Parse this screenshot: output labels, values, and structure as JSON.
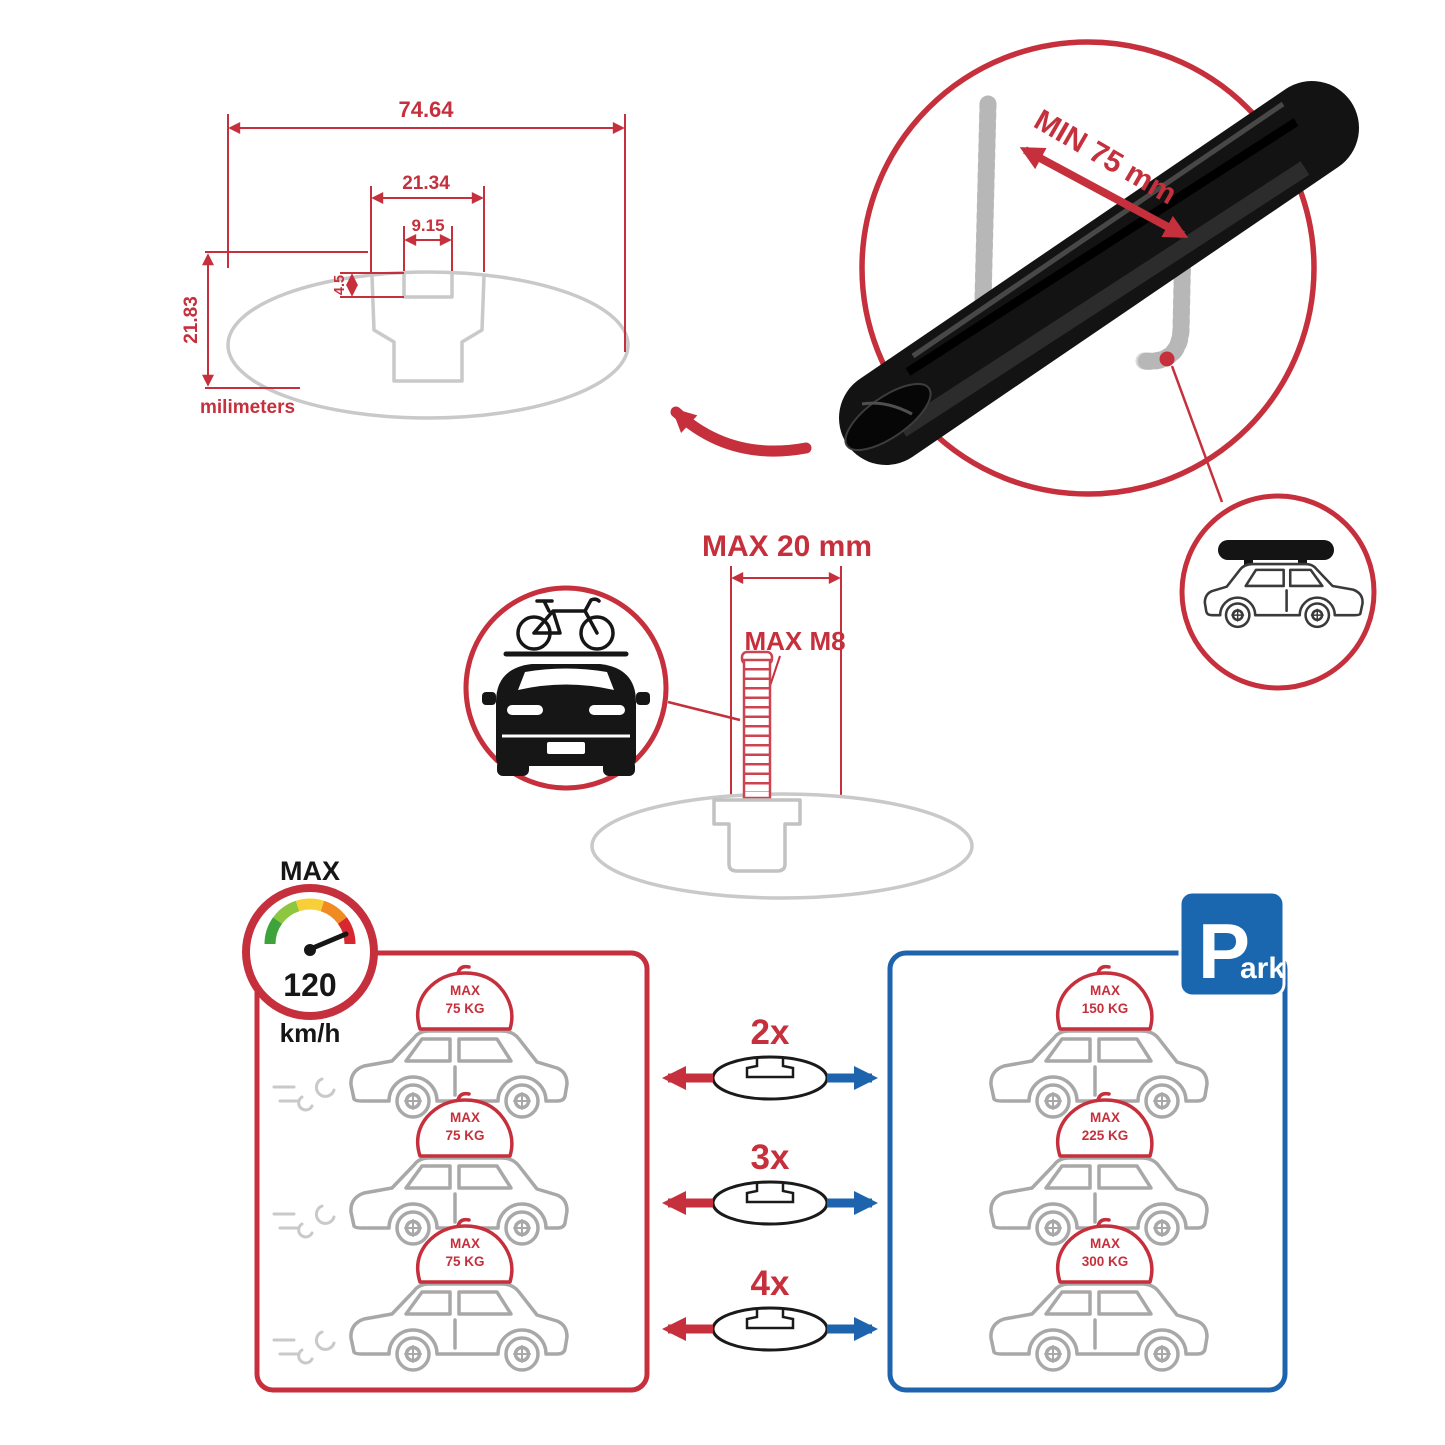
{
  "colors": {
    "accent_red": "#c5303c",
    "accent_blue": "#1e63ad",
    "drawing_gray": "#c9c9c9",
    "bar_black": "#131313"
  },
  "dimensions": {
    "total_width": "74.64",
    "channel_outer_width": "21.34",
    "channel_opening_width": "9.15",
    "lip_depth": "4.5",
    "total_height": "21.83",
    "units_label": "milimeters"
  },
  "clamp": {
    "min_label": "MIN 75 mm"
  },
  "bolt": {
    "max_width": "MAX 20 mm",
    "max_thread": "MAX M8"
  },
  "speed": {
    "label": "MAX",
    "value": "120",
    "unit": "km/h"
  },
  "park_sign": {
    "letter": "P",
    "rest": "ark"
  },
  "capacity": {
    "bag_max_label": "MAX",
    "rows": [
      {
        "multiplier": "2x",
        "left_kg": "75 KG",
        "right_kg": "150 KG"
      },
      {
        "multiplier": "3x",
        "left_kg": "75 KG",
        "right_kg": "225 KG"
      },
      {
        "multiplier": "4x",
        "left_kg": "75 KG",
        "right_kg": "300 KG"
      }
    ]
  }
}
